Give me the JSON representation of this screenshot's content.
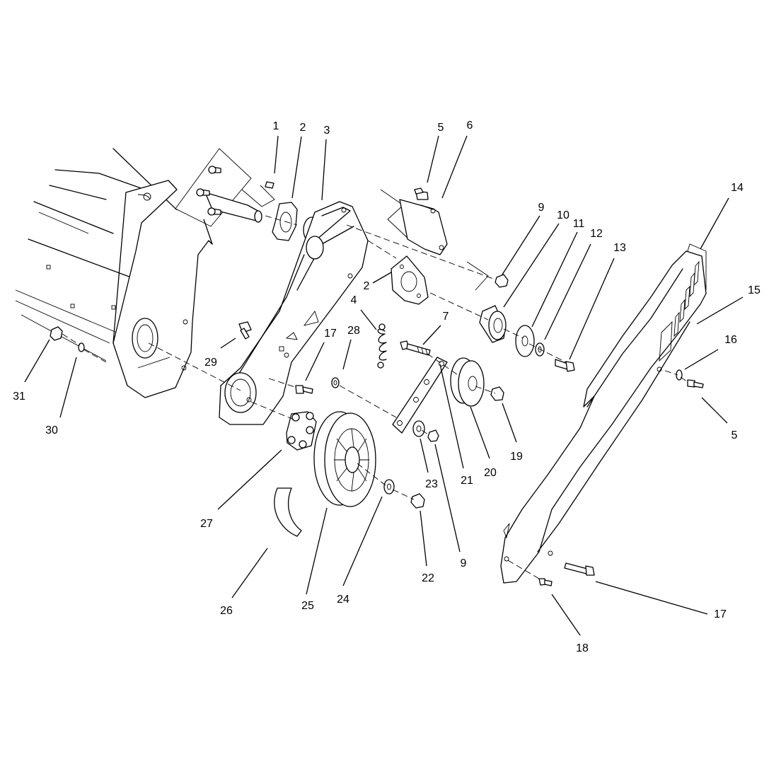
{
  "callouts": [
    {
      "id": "c1",
      "text": "1"
    },
    {
      "id": "c2a",
      "text": "2"
    },
    {
      "id": "c3",
      "text": "3"
    },
    {
      "id": "c5a",
      "text": "5"
    },
    {
      "id": "c6",
      "text": "6"
    },
    {
      "id": "c14",
      "text": "14"
    },
    {
      "id": "c9a",
      "text": "9"
    },
    {
      "id": "c10",
      "text": "10"
    },
    {
      "id": "c11",
      "text": "11"
    },
    {
      "id": "c12",
      "text": "12"
    },
    {
      "id": "c13",
      "text": "13"
    },
    {
      "id": "c15",
      "text": "15"
    },
    {
      "id": "c2b",
      "text": "2"
    },
    {
      "id": "c4",
      "text": "4"
    },
    {
      "id": "c7",
      "text": "7"
    },
    {
      "id": "c28",
      "text": "28"
    },
    {
      "id": "c17a",
      "text": "17"
    },
    {
      "id": "c16",
      "text": "16"
    },
    {
      "id": "c29",
      "text": "29"
    },
    {
      "id": "c31",
      "text": "31"
    },
    {
      "id": "c30",
      "text": "30"
    },
    {
      "id": "c5b",
      "text": "5"
    },
    {
      "id": "c19",
      "text": "19"
    },
    {
      "id": "c20",
      "text": "20"
    },
    {
      "id": "c21",
      "text": "21"
    },
    {
      "id": "c23",
      "text": "23"
    },
    {
      "id": "c27",
      "text": "27"
    },
    {
      "id": "c9b",
      "text": "9"
    },
    {
      "id": "c22",
      "text": "22"
    },
    {
      "id": "c24",
      "text": "24"
    },
    {
      "id": "c25",
      "text": "25"
    },
    {
      "id": "c26",
      "text": "26"
    },
    {
      "id": "c17b",
      "text": "17"
    },
    {
      "id": "c18",
      "text": "18"
    }
  ]
}
